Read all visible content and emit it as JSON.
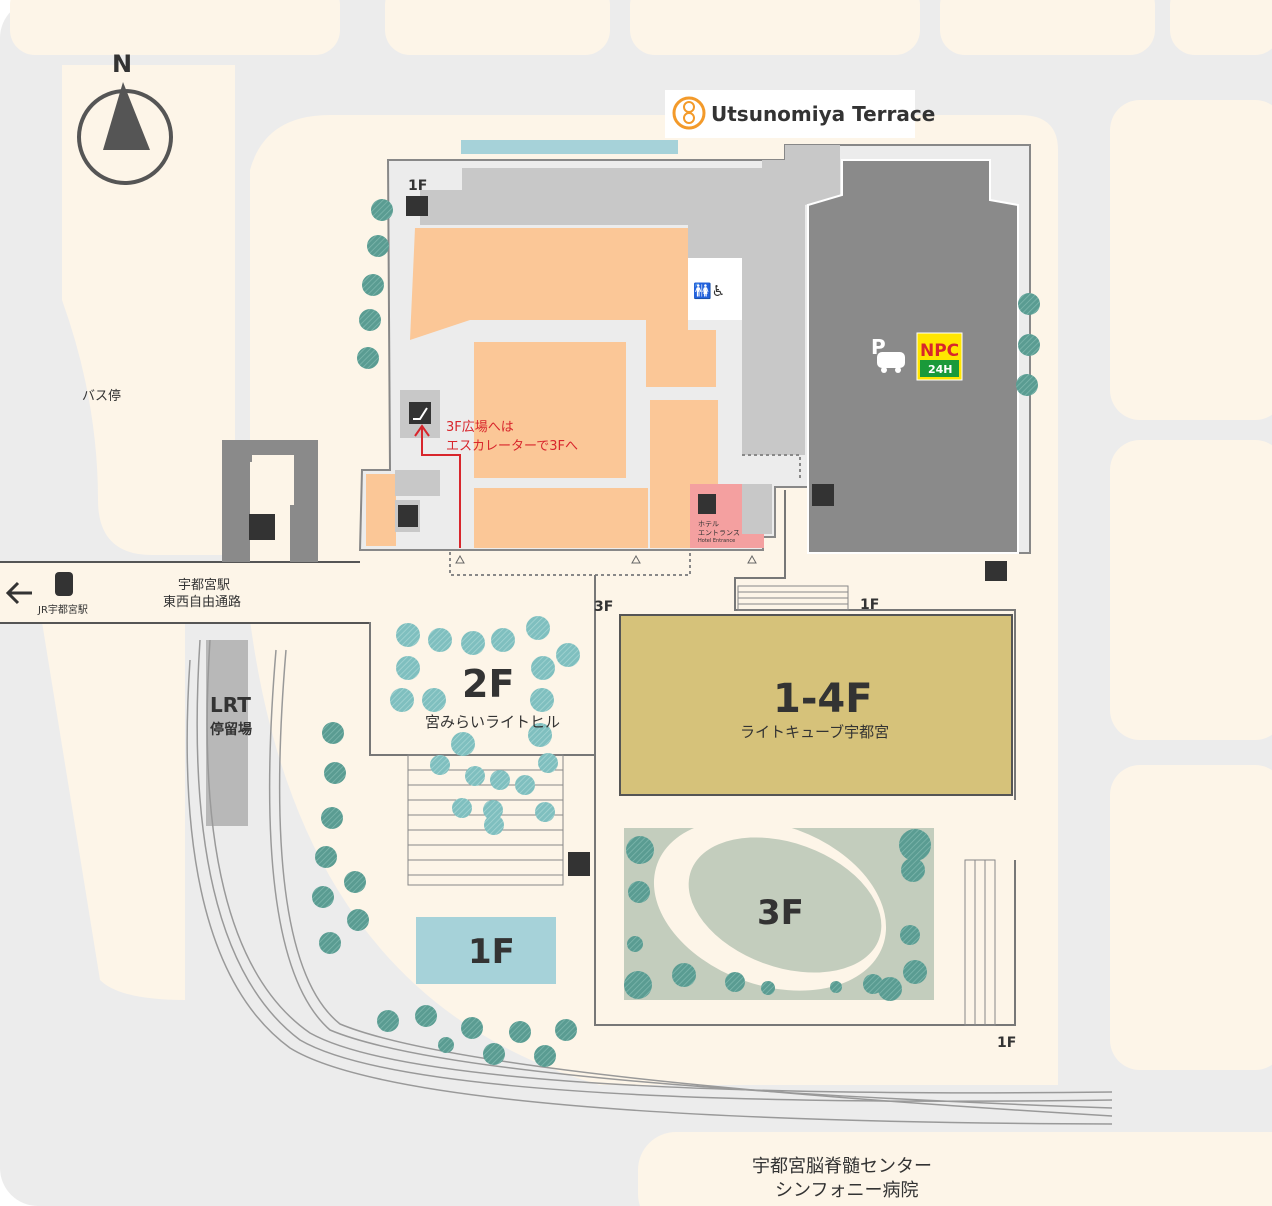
{
  "title": "Utsunomiya Terrace",
  "compass": {
    "label": "N"
  },
  "labels": {
    "bus_stop": "バス停",
    "jr_station": "JR宇都宮駅",
    "free_passage": [
      "宇都宮駅",
      "東西自由通路"
    ],
    "lrt": [
      "LRT",
      "停留場"
    ],
    "hill_floor": "2F",
    "hill_name": "宮みらいライトヒル",
    "cube_floor": "1-4F",
    "cube_name": "ライトキューブ宇都宮",
    "park_floor": "3F",
    "pond_floor": "1F",
    "hospital": [
      "宇都宮脳脊髄センター",
      "シンフォニー病院"
    ],
    "note": [
      "3F広場へは",
      "エスカレーターで3Fへ"
    ],
    "hotel": [
      "ホテル",
      "エントランス"
    ],
    "hotel_en": "Hotel Entrance",
    "floor_1f_a": "1F",
    "floor_1f_b": "1F",
    "floor_1f_c": "1F",
    "floor_3f_a": "3F",
    "parking_p": "P",
    "npc": "NPC",
    "npc_24h": "24H"
  },
  "colors": {
    "background": "#fdf5e8",
    "road": "#ececec",
    "building_gray": "#c8c8c8",
    "parking": "#8a8a8a",
    "shop": "#fbc797",
    "cube": "#d6c27a",
    "park": "#c3cdbd",
    "water": "#a6d2d9",
    "tree": "#5a9c92",
    "accent_red": "#d8262c",
    "brand_orange": "#f39a2a"
  }
}
